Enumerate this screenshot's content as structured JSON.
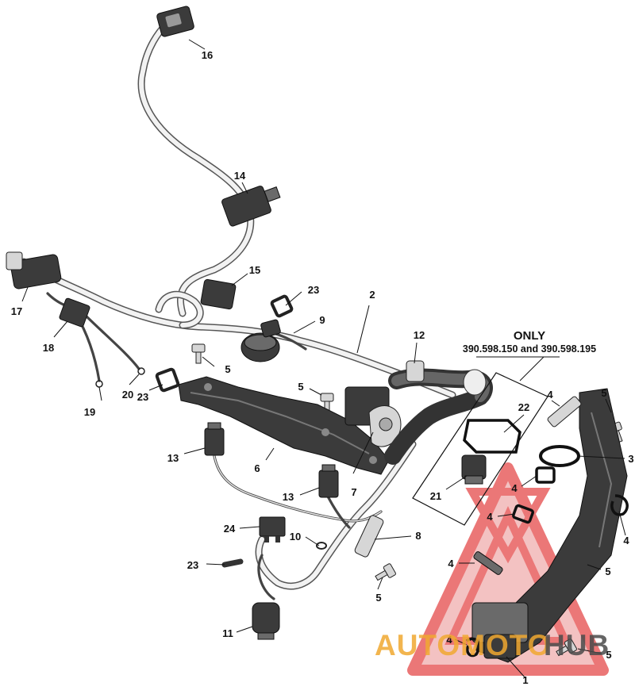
{
  "callouts": {
    "c1": "1",
    "c2": "2",
    "c3": "3",
    "c4a": "4",
    "c4b": "4",
    "c4c": "4",
    "c4d": "4",
    "c4e": "4",
    "c4f": "4",
    "c5a": "5",
    "c5b": "5",
    "c5c": "5",
    "c5d": "5",
    "c5e": "5",
    "c5f": "5",
    "c6": "6",
    "c7": "7",
    "c8": "8",
    "c9": "9",
    "c10": "10",
    "c11": "11",
    "c12": "12",
    "c13a": "13",
    "c13b": "13",
    "c14": "14",
    "c15": "15",
    "c16": "16",
    "c17": "17",
    "c18": "18",
    "c19": "19",
    "c20": "20",
    "c21": "21",
    "c22": "22",
    "c23a": "23",
    "c23b": "23",
    "c23c": "23",
    "c24": "24"
  },
  "only_box": {
    "title": "ONLY",
    "subtitle": "390.598.150 and 390.598.195"
  },
  "watermark": {
    "text_part1": "AUTOMOTO",
    "text_part2": "HUB",
    "color_orange": "#f0a830",
    "color_red": "#e84040",
    "color_dark": "#4a4a4a"
  }
}
